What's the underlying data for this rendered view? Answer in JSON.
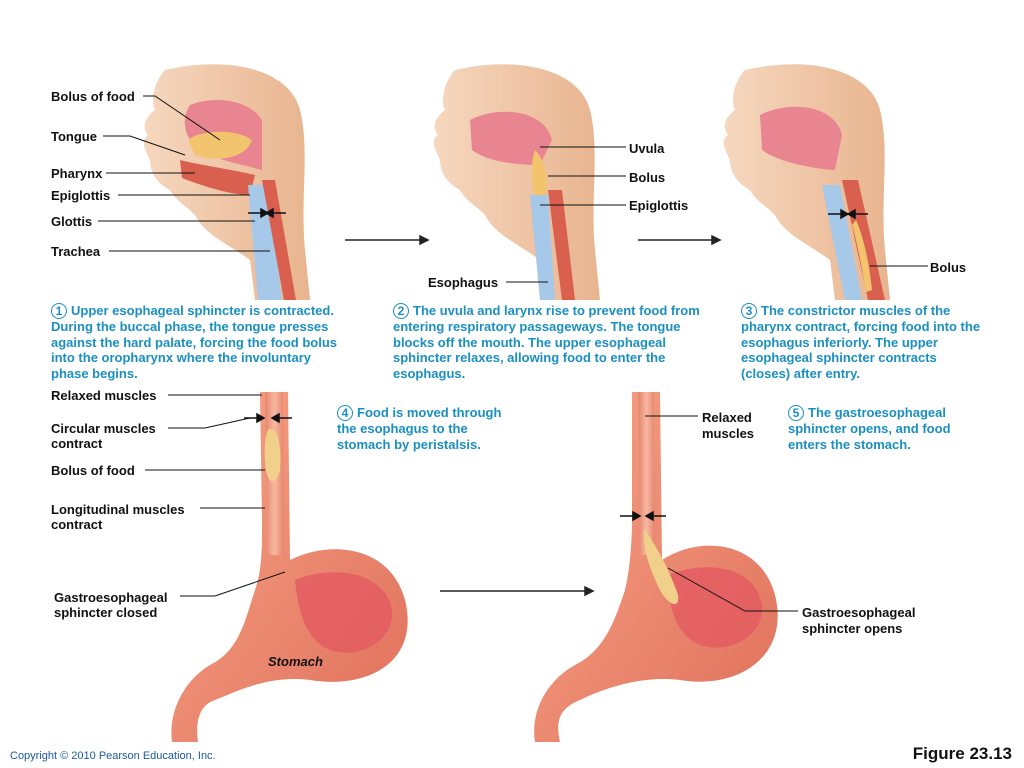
{
  "panel1": {
    "labels": {
      "bolus_of_food": "Bolus of food",
      "tongue": "Tongue",
      "pharynx": "Pharynx",
      "epiglottis": "Epiglottis",
      "glottis": "Glottis",
      "trachea": "Trachea"
    },
    "step_number": "1",
    "step_text": "Upper esophageal sphincter is contracted. During the buccal phase, the tongue presses against the hard palate, forcing the food bolus into the oropharynx where the involuntary phase begins."
  },
  "panel2": {
    "labels": {
      "uvula": "Uvula",
      "bolus": "Bolus",
      "epiglottis": "Epiglottis",
      "esophagus": "Esophagus"
    },
    "step_number": "2",
    "step_text": "The uvula and larynx rise to prevent food from entering respiratory passageways. The tongue blocks off the mouth. The upper esophageal sphincter relaxes, allowing food to enter the esophagus."
  },
  "panel3": {
    "labels": {
      "bolus": "Bolus"
    },
    "step_number": "3",
    "step_text": "The constrictor muscles of the pharynx contract, forcing food into the esophagus inferiorly. The upper esophageal sphincter contracts (closes) after entry."
  },
  "panel4": {
    "labels": {
      "relaxed_muscles": "Relaxed muscles",
      "circular_muscles_line1": "Circular muscles",
      "circular_muscles_line2": "contract",
      "bolus_of_food": "Bolus of food",
      "longitudinal_line1": "Longitudinal muscles",
      "longitudinal_line2": "contract",
      "ges_closed_line1": "Gastroesophageal",
      "ges_closed_line2": "sphincter closed",
      "stomach": "Stomach"
    },
    "step_number": "4",
    "step_text": "Food is moved through the esophagus to the stomach by peristalsis."
  },
  "panel5": {
    "labels": {
      "relaxed_line1": "Relaxed",
      "relaxed_line2": "muscles",
      "ges_opens_line1": "Gastroesophageal",
      "ges_opens_line2": "sphincter opens"
    },
    "step_number": "5",
    "step_text": "The gastroesophageal sphincter opens, and food enters the stomach."
  },
  "footer": {
    "copyright": "Copyright © 2010 Pearson Education, Inc.",
    "figure": "Figure 23.13"
  },
  "colors": {
    "step_text": "#1a8fc2",
    "skin": "#f3cdb0",
    "tissue": "#e8737a",
    "bolus": "#f0d08a",
    "stomach": "#f08a6e",
    "airway": "#8fb8e0"
  }
}
